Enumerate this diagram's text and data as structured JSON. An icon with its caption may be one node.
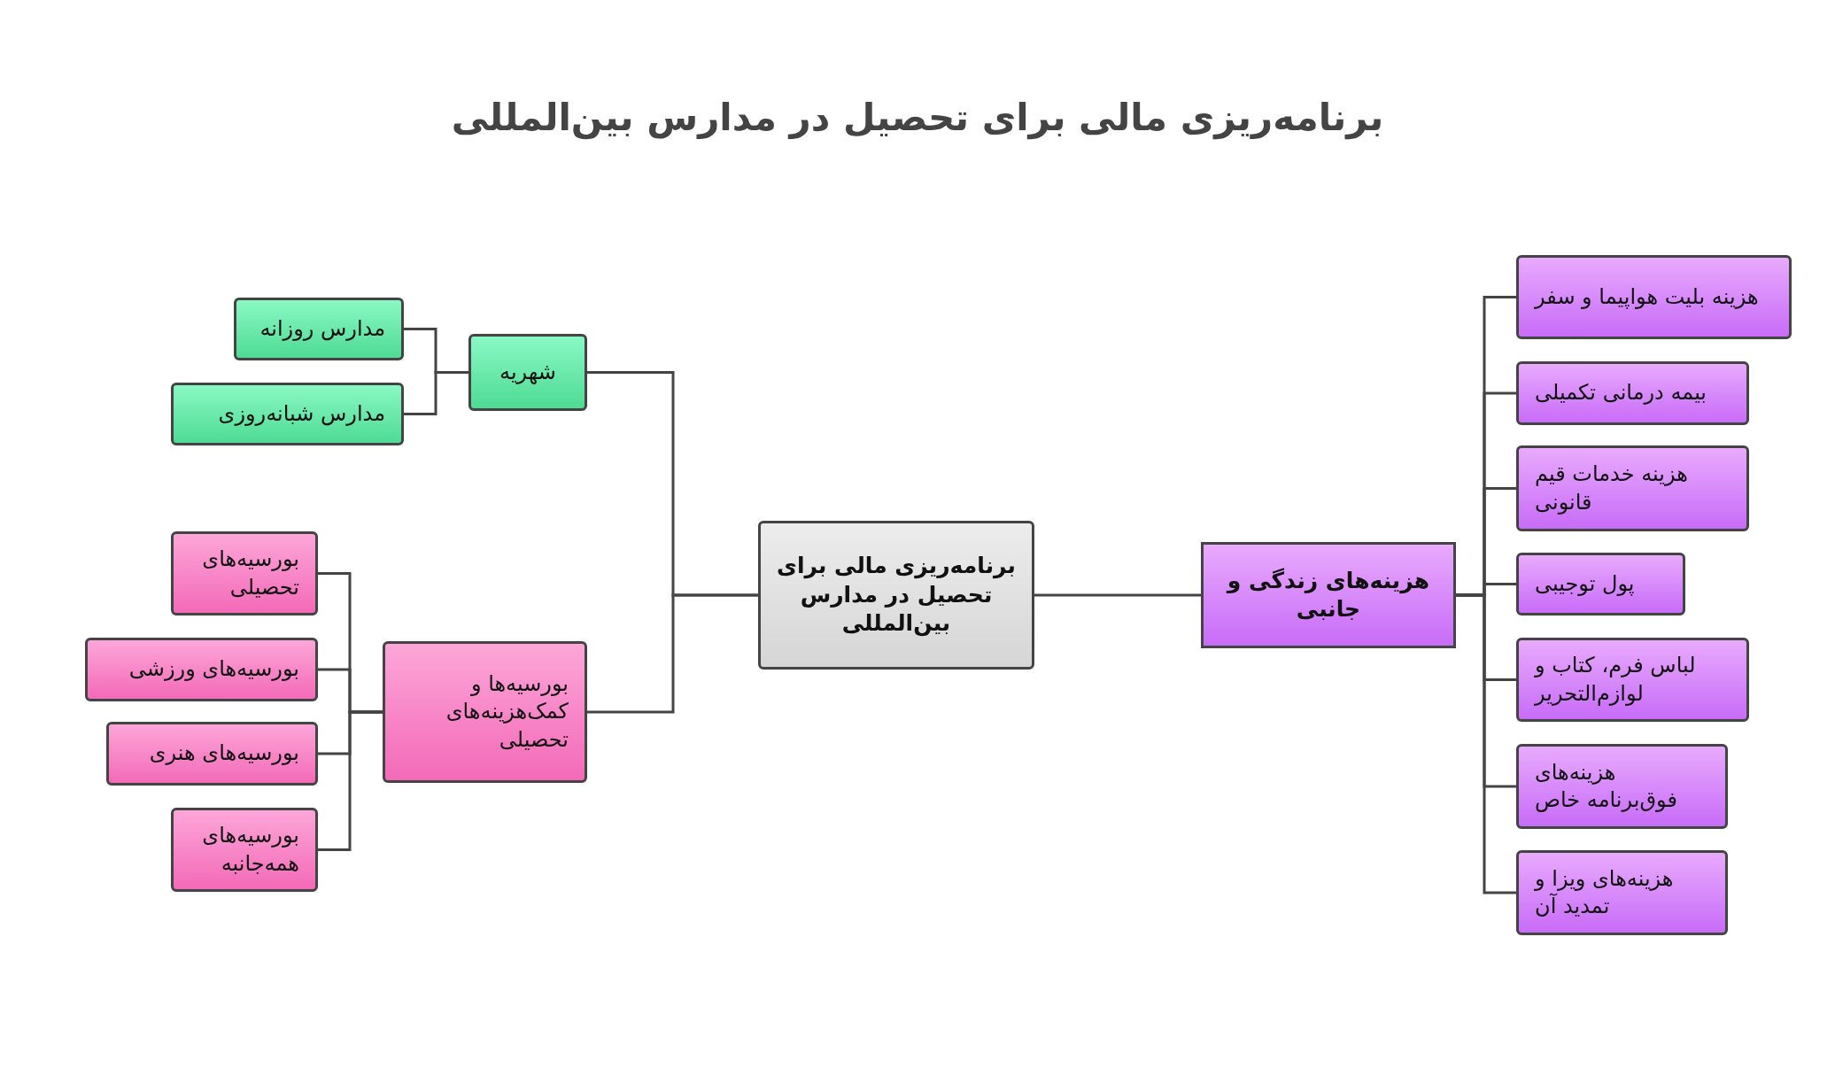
{
  "diagram": {
    "title": "برنامه‌ریزی مالی برای تحصیل در مدارس بین‌المللی",
    "nodes": [
      {
        "text": [
          "برنامه‌ریزی مالی برای تحصیل در مدارس بین‌المللی"
        ]
      },
      {
        "text": [
          "شهریه"
        ]
      },
      {
        "text": [
          "مدارس روزانه"
        ]
      },
      {
        "text": [
          "مدارس شبانه‌روزی"
        ]
      },
      {
        "text": [
          "بورسیه‌ها و کمک‌هزینه‌های تحصیلی"
        ]
      },
      {
        "text": [
          "بورسیه‌های تحصیلی"
        ]
      },
      {
        "text": [
          "بورسیه‌های ورزشی"
        ]
      },
      {
        "text": [
          "بورسیه‌های هنری"
        ]
      },
      {
        "text": [
          "بورسیه‌های همه‌جانبه"
        ]
      },
      {
        "text": [
          "هزینه‌های زندگی و جانبی"
        ]
      },
      {
        "text": [
          "هزینه بلیت هواپیما و سفر"
        ]
      },
      {
        "text": [
          "بیمه درمانی تکمیلی"
        ]
      },
      {
        "text": [
          "هزینه خدمات قیم قانونی"
        ]
      },
      {
        "text": [
          "پول توجیبی"
        ]
      },
      {
        "text": [
          "لباس فرم، کتاب و لوازم‌التحریر"
        ]
      },
      {
        "text": [
          "هزینه‌های فوق‌برنامه خاص"
        ]
      },
      {
        "text": [
          "هزینه‌های ویزا و تمدید آن"
        ]
      }
    ],
    "edges": [
      {
        "from": 0,
        "to": 1,
        "arrow": "none"
      },
      {
        "from": 0,
        "to": 4,
        "arrow": "none"
      },
      {
        "from": 0,
        "to": 9,
        "arrow": "none"
      },
      {
        "from": 1,
        "to": 2,
        "arrow": "none"
      },
      {
        "from": 1,
        "to": 3,
        "arrow": "none"
      },
      {
        "from": 4,
        "to": 5,
        "arrow": "none"
      },
      {
        "from": 4,
        "to": 6,
        "arrow": "none"
      },
      {
        "from": 4,
        "to": 7,
        "arrow": "none"
      },
      {
        "from": 4,
        "to": 8,
        "arrow": "none"
      },
      {
        "from": 9,
        "to": 10,
        "arrow": "none"
      },
      {
        "from": 9,
        "to": 11,
        "arrow": "none"
      },
      {
        "from": 9,
        "to": 12,
        "arrow": "none"
      },
      {
        "from": 9,
        "to": 13,
        "arrow": "none"
      },
      {
        "from": 9,
        "to": 14,
        "arrow": "none"
      },
      {
        "from": 9,
        "to": 15,
        "arrow": "none"
      },
      {
        "from": 9,
        "to": 16,
        "arrow": "none"
      }
    ]
  }
}
